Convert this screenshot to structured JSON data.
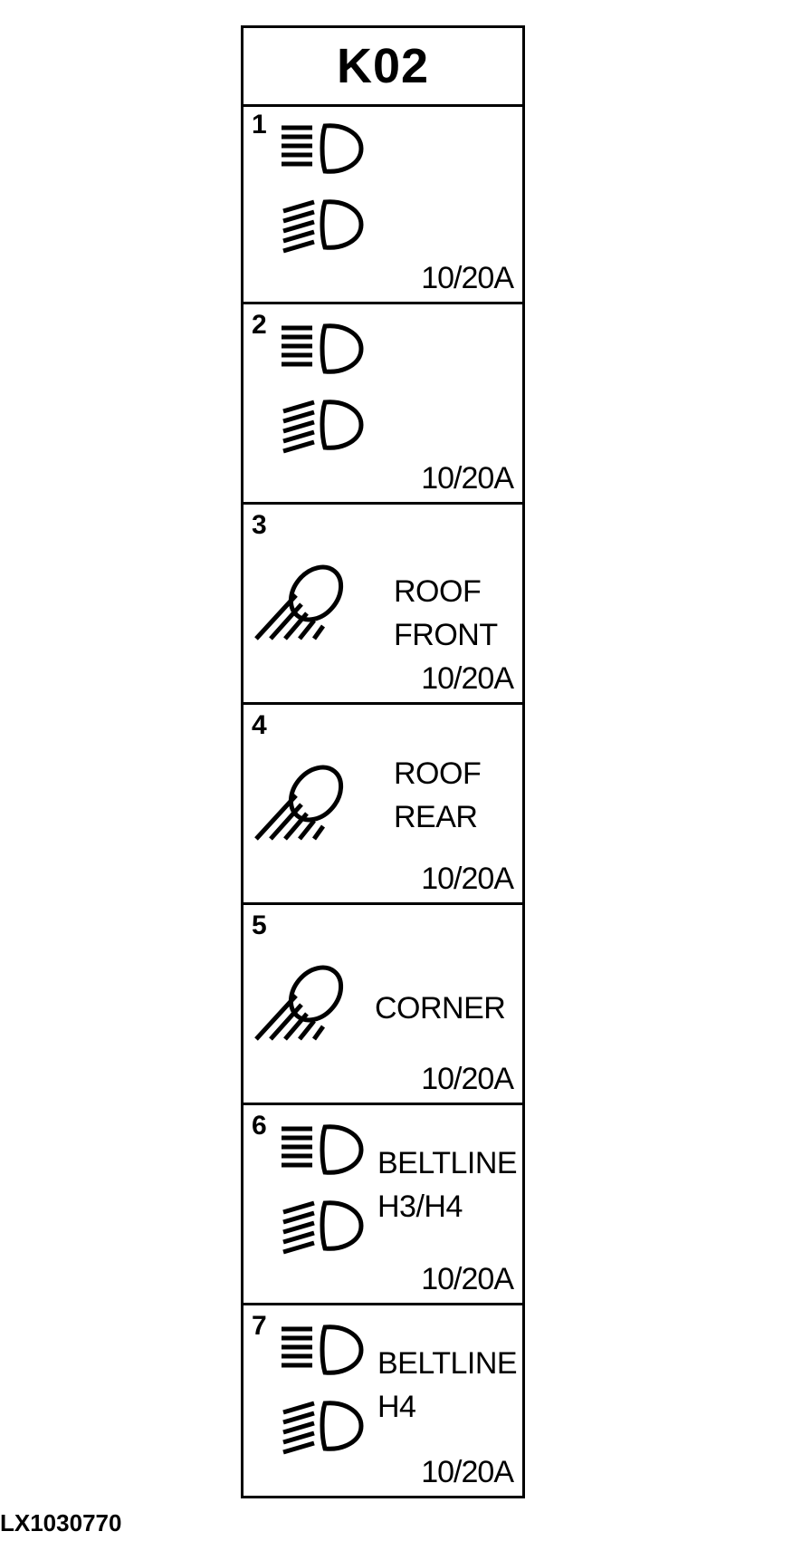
{
  "panel": {
    "title": "K02",
    "rows": [
      {
        "num": "1",
        "amp": "10/20A",
        "icons": [
          "low-beam-headlight-icon",
          "high-beam-headlight-icon"
        ],
        "label1": "",
        "label2": ""
      },
      {
        "num": "2",
        "amp": "10/20A",
        "icons": [
          "low-beam-headlight-icon",
          "high-beam-headlight-icon"
        ],
        "label1": "",
        "label2": ""
      },
      {
        "num": "3",
        "amp": "10/20A",
        "icons": [
          "work-light-icon"
        ],
        "label1": "ROOF",
        "label2": "FRONT"
      },
      {
        "num": "4",
        "amp": "10/20A",
        "icons": [
          "work-light-icon"
        ],
        "label1": "ROOF",
        "label2": "REAR"
      },
      {
        "num": "5",
        "amp": "10/20A",
        "icons": [
          "work-light-icon"
        ],
        "label1": "CORNER",
        "label2": ""
      },
      {
        "num": "6",
        "amp": "10/20A",
        "icons": [
          "low-beam-headlight-icon",
          "high-beam-headlight-icon"
        ],
        "label1": "BELTLINE",
        "label2": "H3/H4"
      },
      {
        "num": "7",
        "amp": "10/20A",
        "icons": [
          "low-beam-headlight-icon",
          "high-beam-headlight-icon"
        ],
        "label1": "BELTLINE",
        "label2": "H4"
      }
    ]
  },
  "footer": {
    "code": "LX1030770"
  }
}
